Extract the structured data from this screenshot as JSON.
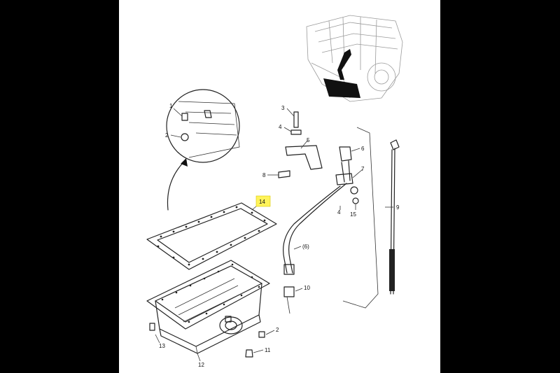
{
  "callouts": {
    "c1": "1",
    "c2a": "2",
    "c3": "3",
    "c4a": "4",
    "c5": "5",
    "c6": "6",
    "c7": "7",
    "c8": "8",
    "c9": "9",
    "c14": "14",
    "c4b": "4",
    "c15": "15",
    "c6p": "(6)",
    "c10": "10",
    "c2b": "2",
    "c11": "11",
    "c13": "13",
    "c12": "12"
  },
  "highlight_color": "#fff35a"
}
